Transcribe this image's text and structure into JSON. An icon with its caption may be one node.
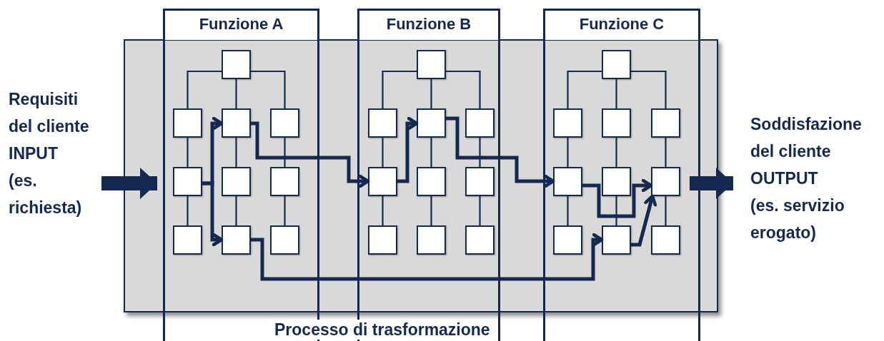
{
  "diagram": {
    "nodes": [
      {
        "text": [
          "Requisiti del cliente",
          "INPUT",
          "(es. richiesta)"
        ]
      },
      {
        "text": [],
        "shape": "box",
        "beside": [
          "Processo di trasformazione"
        ]
      },
      {
        "text": [
          "Funzione A"
        ]
      },
      {
        "text": [],
        "shape": "box",
        "in": 1
      },
      {
        "text": [],
        "shape": "box",
        "in": 1
      },
      {
        "text": [],
        "shape": "box",
        "in": 1
      },
      {
        "text": [],
        "shape": "box",
        "in": 1
      },
      {
        "text": [],
        "shape": "box",
        "in": 1
      },
      {
        "text": [],
        "shape": "box",
        "in": 1
      },
      {
        "text": [],
        "shape": "box",
        "in": 1
      },
      {
        "text": [],
        "shape": "box",
        "in": 1
      },
      {
        "text": [],
        "shape": "box",
        "in": 1
      },
      {
        "text": [],
        "shape": "box",
        "in": 1
      },
      {
        "text": [
          "Funzione B"
        ]
      },
      {
        "text": [],
        "shape": "box",
        "in": 1
      },
      {
        "text": [],
        "shape": "box",
        "in": 1
      },
      {
        "text": [],
        "shape": "box",
        "in": 1
      },
      {
        "text": [],
        "shape": "box",
        "in": 1
      },
      {
        "text": [],
        "shape": "box",
        "in": 1
      },
      {
        "text": [],
        "shape": "box",
        "in": 1
      },
      {
        "text": [],
        "shape": "box",
        "in": 1
      },
      {
        "text": [],
        "shape": "box",
        "in": 1
      },
      {
        "text": [],
        "shape": "box",
        "in": 1
      },
      {
        "text": [],
        "shape": "box",
        "in": 1
      },
      {
        "text": [
          "Funzione C"
        ]
      },
      {
        "text": [],
        "shape": "box",
        "in": 1
      },
      {
        "text": [],
        "shape": "box",
        "in": 1
      },
      {
        "text": [],
        "shape": "box",
        "in": 1
      },
      {
        "text": [],
        "shape": "box",
        "in": 1
      },
      {
        "text": [],
        "shape": "box",
        "in": 1
      },
      {
        "text": [],
        "shape": "box",
        "in": 1
      },
      {
        "text": [],
        "shape": "box",
        "in": 1
      },
      {
        "text": [],
        "shape": "box",
        "in": 1
      },
      {
        "text": [],
        "shape": "box",
        "in": 1
      },
      {
        "text": [],
        "shape": "box",
        "in": 1
      },
      {
        "text": [
          "Soddisfazione del cliente",
          "OUTPUT",
          "(es. servizio erogato)"
        ]
      }
    ],
    "edges": [
      {
        "from": 3,
        "to": 4,
        "arrow": "none"
      },
      {
        "from": 3,
        "to": 5,
        "arrow": "none"
      },
      {
        "from": 3,
        "to": 6,
        "arrow": "none"
      },
      {
        "from": 4,
        "to": 7,
        "arrow": "none"
      },
      {
        "from": 7,
        "to": 10,
        "arrow": "none"
      },
      {
        "from": 5,
        "to": 8,
        "arrow": "none"
      },
      {
        "from": 8,
        "to": 11,
        "arrow": "none"
      },
      {
        "from": 6,
        "to": 9,
        "arrow": "none"
      },
      {
        "from": 9,
        "to": 12,
        "arrow": "none"
      },
      {
        "from": 14,
        "to": 15,
        "arrow": "none"
      },
      {
        "from": 14,
        "to": 16,
        "arrow": "none"
      },
      {
        "from": 14,
        "to": 17,
        "arrow": "none"
      },
      {
        "from": 15,
        "to": 18,
        "arrow": "none"
      },
      {
        "from": 18,
        "to": 21,
        "arrow": "none"
      },
      {
        "from": 16,
        "to": 19,
        "arrow": "none"
      },
      {
        "from": 19,
        "to": 22,
        "arrow": "none"
      },
      {
        "from": 17,
        "to": 20,
        "arrow": "none"
      },
      {
        "from": 20,
        "to": 23,
        "arrow": "none"
      },
      {
        "from": 25,
        "to": 26,
        "arrow": "none"
      },
      {
        "from": 25,
        "to": 27,
        "arrow": "none"
      },
      {
        "from": 25,
        "to": 28,
        "arrow": "none"
      },
      {
        "from": 26,
        "to": 29,
        "arrow": "none"
      },
      {
        "from": 29,
        "to": 32,
        "arrow": "none"
      },
      {
        "from": 27,
        "to": 30,
        "arrow": "none"
      },
      {
        "from": 30,
        "to": 33,
        "arrow": "none"
      },
      {
        "from": 28,
        "to": 31,
        "arrow": "none"
      },
      {
        "from": 31,
        "to": 34,
        "arrow": "none"
      },
      {
        "from": 0,
        "to": 7,
        "arrow": "to",
        "style": "thick"
      },
      {
        "from": 7,
        "to": 5,
        "arrow": "to",
        "style": "thick"
      },
      {
        "from": 7,
        "to": 11,
        "arrow": "to",
        "style": "thick"
      },
      {
        "from": 5,
        "to": 18,
        "arrow": "to",
        "style": "thick"
      },
      {
        "from": 11,
        "to": 33,
        "arrow": "to",
        "style": "thick"
      },
      {
        "from": 18,
        "to": 16,
        "arrow": "to",
        "style": "thick"
      },
      {
        "from": 16,
        "to": 29,
        "arrow": "to",
        "style": "thick"
      },
      {
        "from": 29,
        "to": 31,
        "arrow": "to",
        "style": "thick"
      },
      {
        "from": 33,
        "to": 31,
        "arrow": "to",
        "style": "thick"
      },
      {
        "from": 31,
        "to": 35,
        "arrow": "to",
        "style": "thick"
      }
    ]
  }
}
